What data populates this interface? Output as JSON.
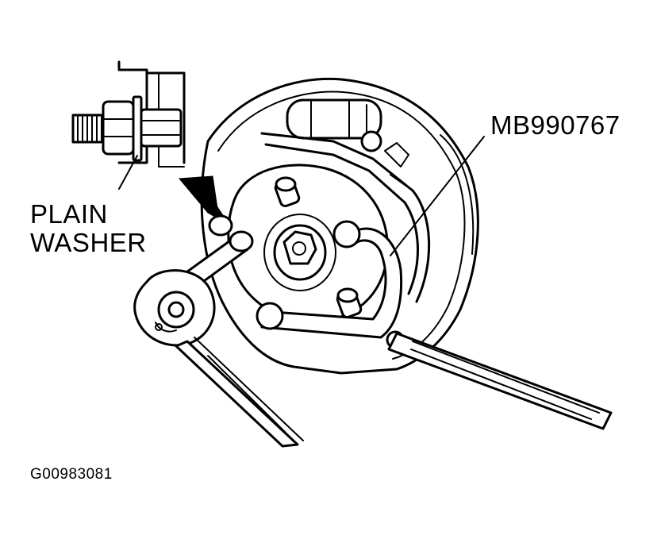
{
  "labels": {
    "plain_washer_line1": "PLAIN",
    "plain_washer_line2": "WASHER",
    "tool_number": "MB990767",
    "figure_id": "G00983081"
  }
}
